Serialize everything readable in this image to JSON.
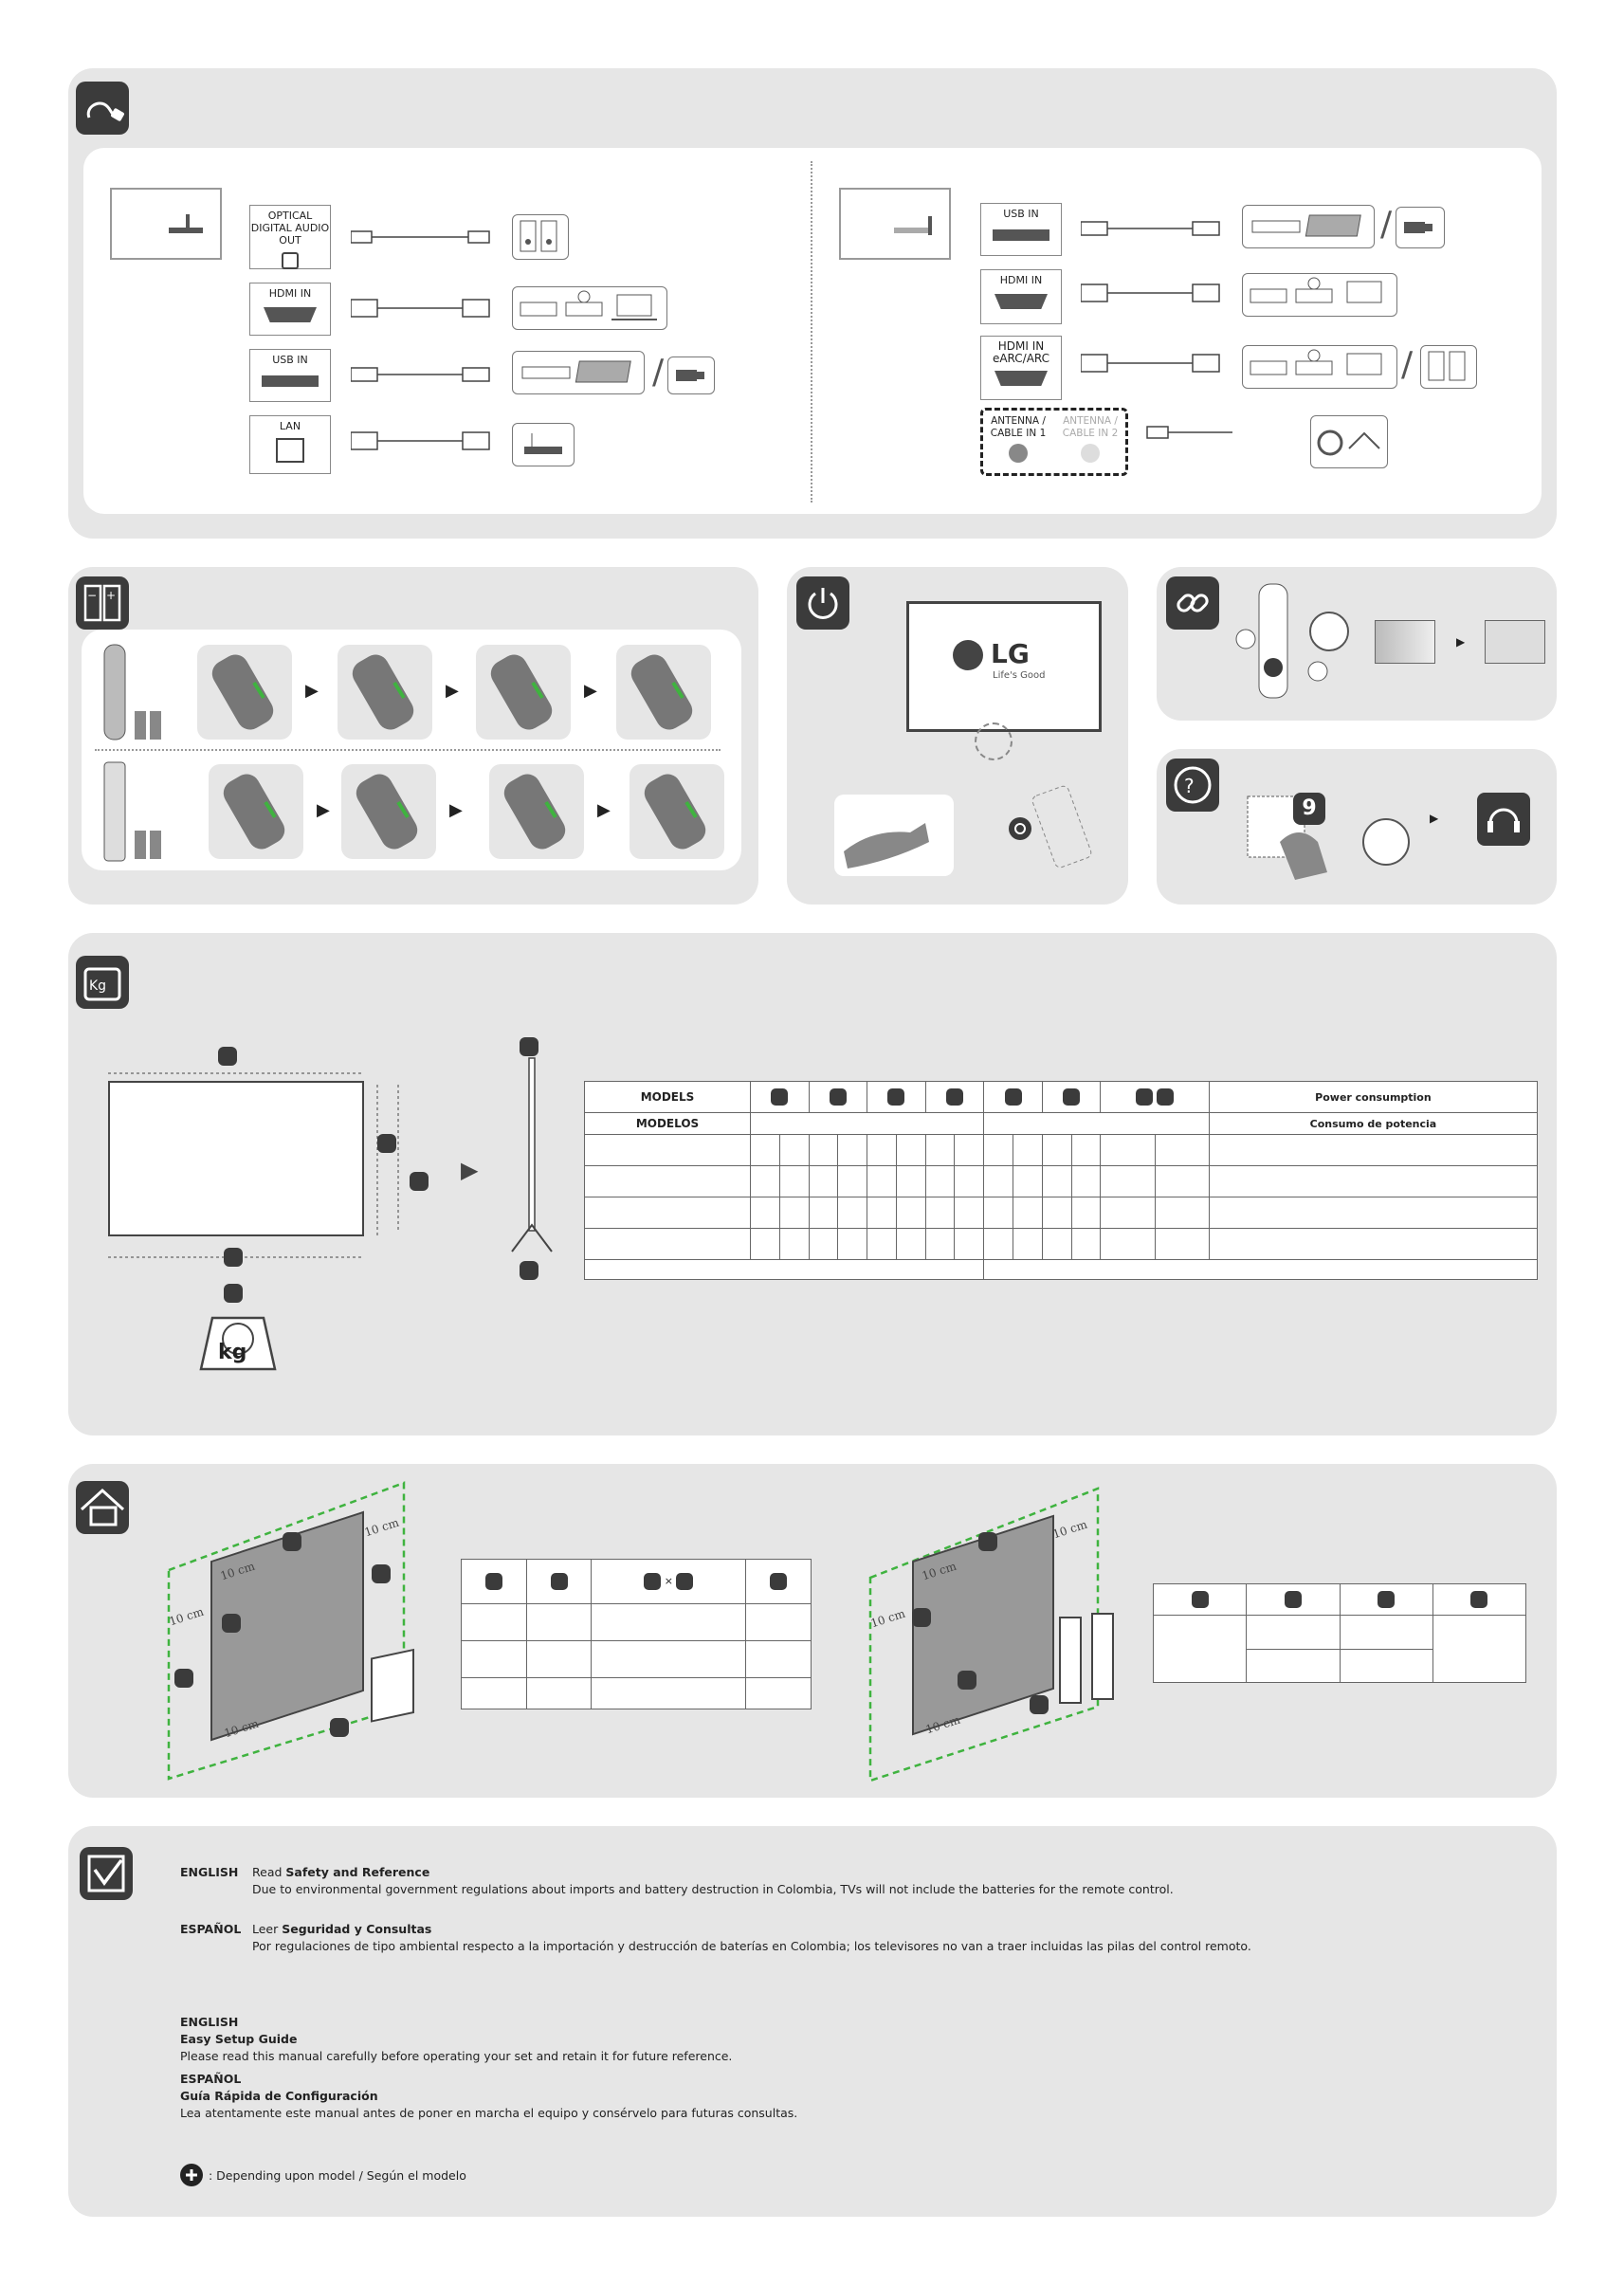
{
  "connections": {
    "left_ports": [
      "OPTICAL DIGITAL AUDIO OUT",
      "HDMI IN",
      "USB IN",
      "LAN"
    ],
    "right_ports": [
      "USB IN",
      "HDMI IN",
      "HDMI IN eARC/ARC"
    ],
    "antenna_1": "ANTENNA / CABLE IN 1",
    "antenna_2": "ANTENNA / CABLE IN 2"
  },
  "power": {
    "logo": "LG",
    "tagline": "Life's Good"
  },
  "help": {
    "number": "9"
  },
  "specs": {
    "models_en": "MODELS",
    "models_es": "MODELOS",
    "power_en": "Power consumption",
    "power_es": "Consumo de potencia",
    "weight_unit": "kg"
  },
  "wall": {
    "clearance": "10 cm",
    "times": "×"
  },
  "notes": {
    "english": "ENGLISH",
    "espanol": "ESPAÑOL",
    "read_en": "Read",
    "safety_en": "Safety and Reference",
    "colombia_en": "Due to environmental government regulations about imports and battery destruction in Colombia, TVs will not include the batteries for the remote control.",
    "read_es": "Leer",
    "safety_es": "Seguridad y Consultas",
    "colombia_es": "Por regulaciones de tipo ambiental respecto a la importación y destrucción de baterías en Colombia; los televisores no van a traer incluidas las pilas del control remoto.",
    "guide_en": "Easy Setup Guide",
    "guide_text_en": "Please read this manual carefully before operating your set and retain it for future reference.",
    "guide_es": "Guía Rápida de Configuración",
    "guide_text_es": "Lea atentamente este manual antes de poner en marcha el equipo y consérvelo para futuras consultas.",
    "depending": ": Depending upon model / Según el modelo"
  }
}
